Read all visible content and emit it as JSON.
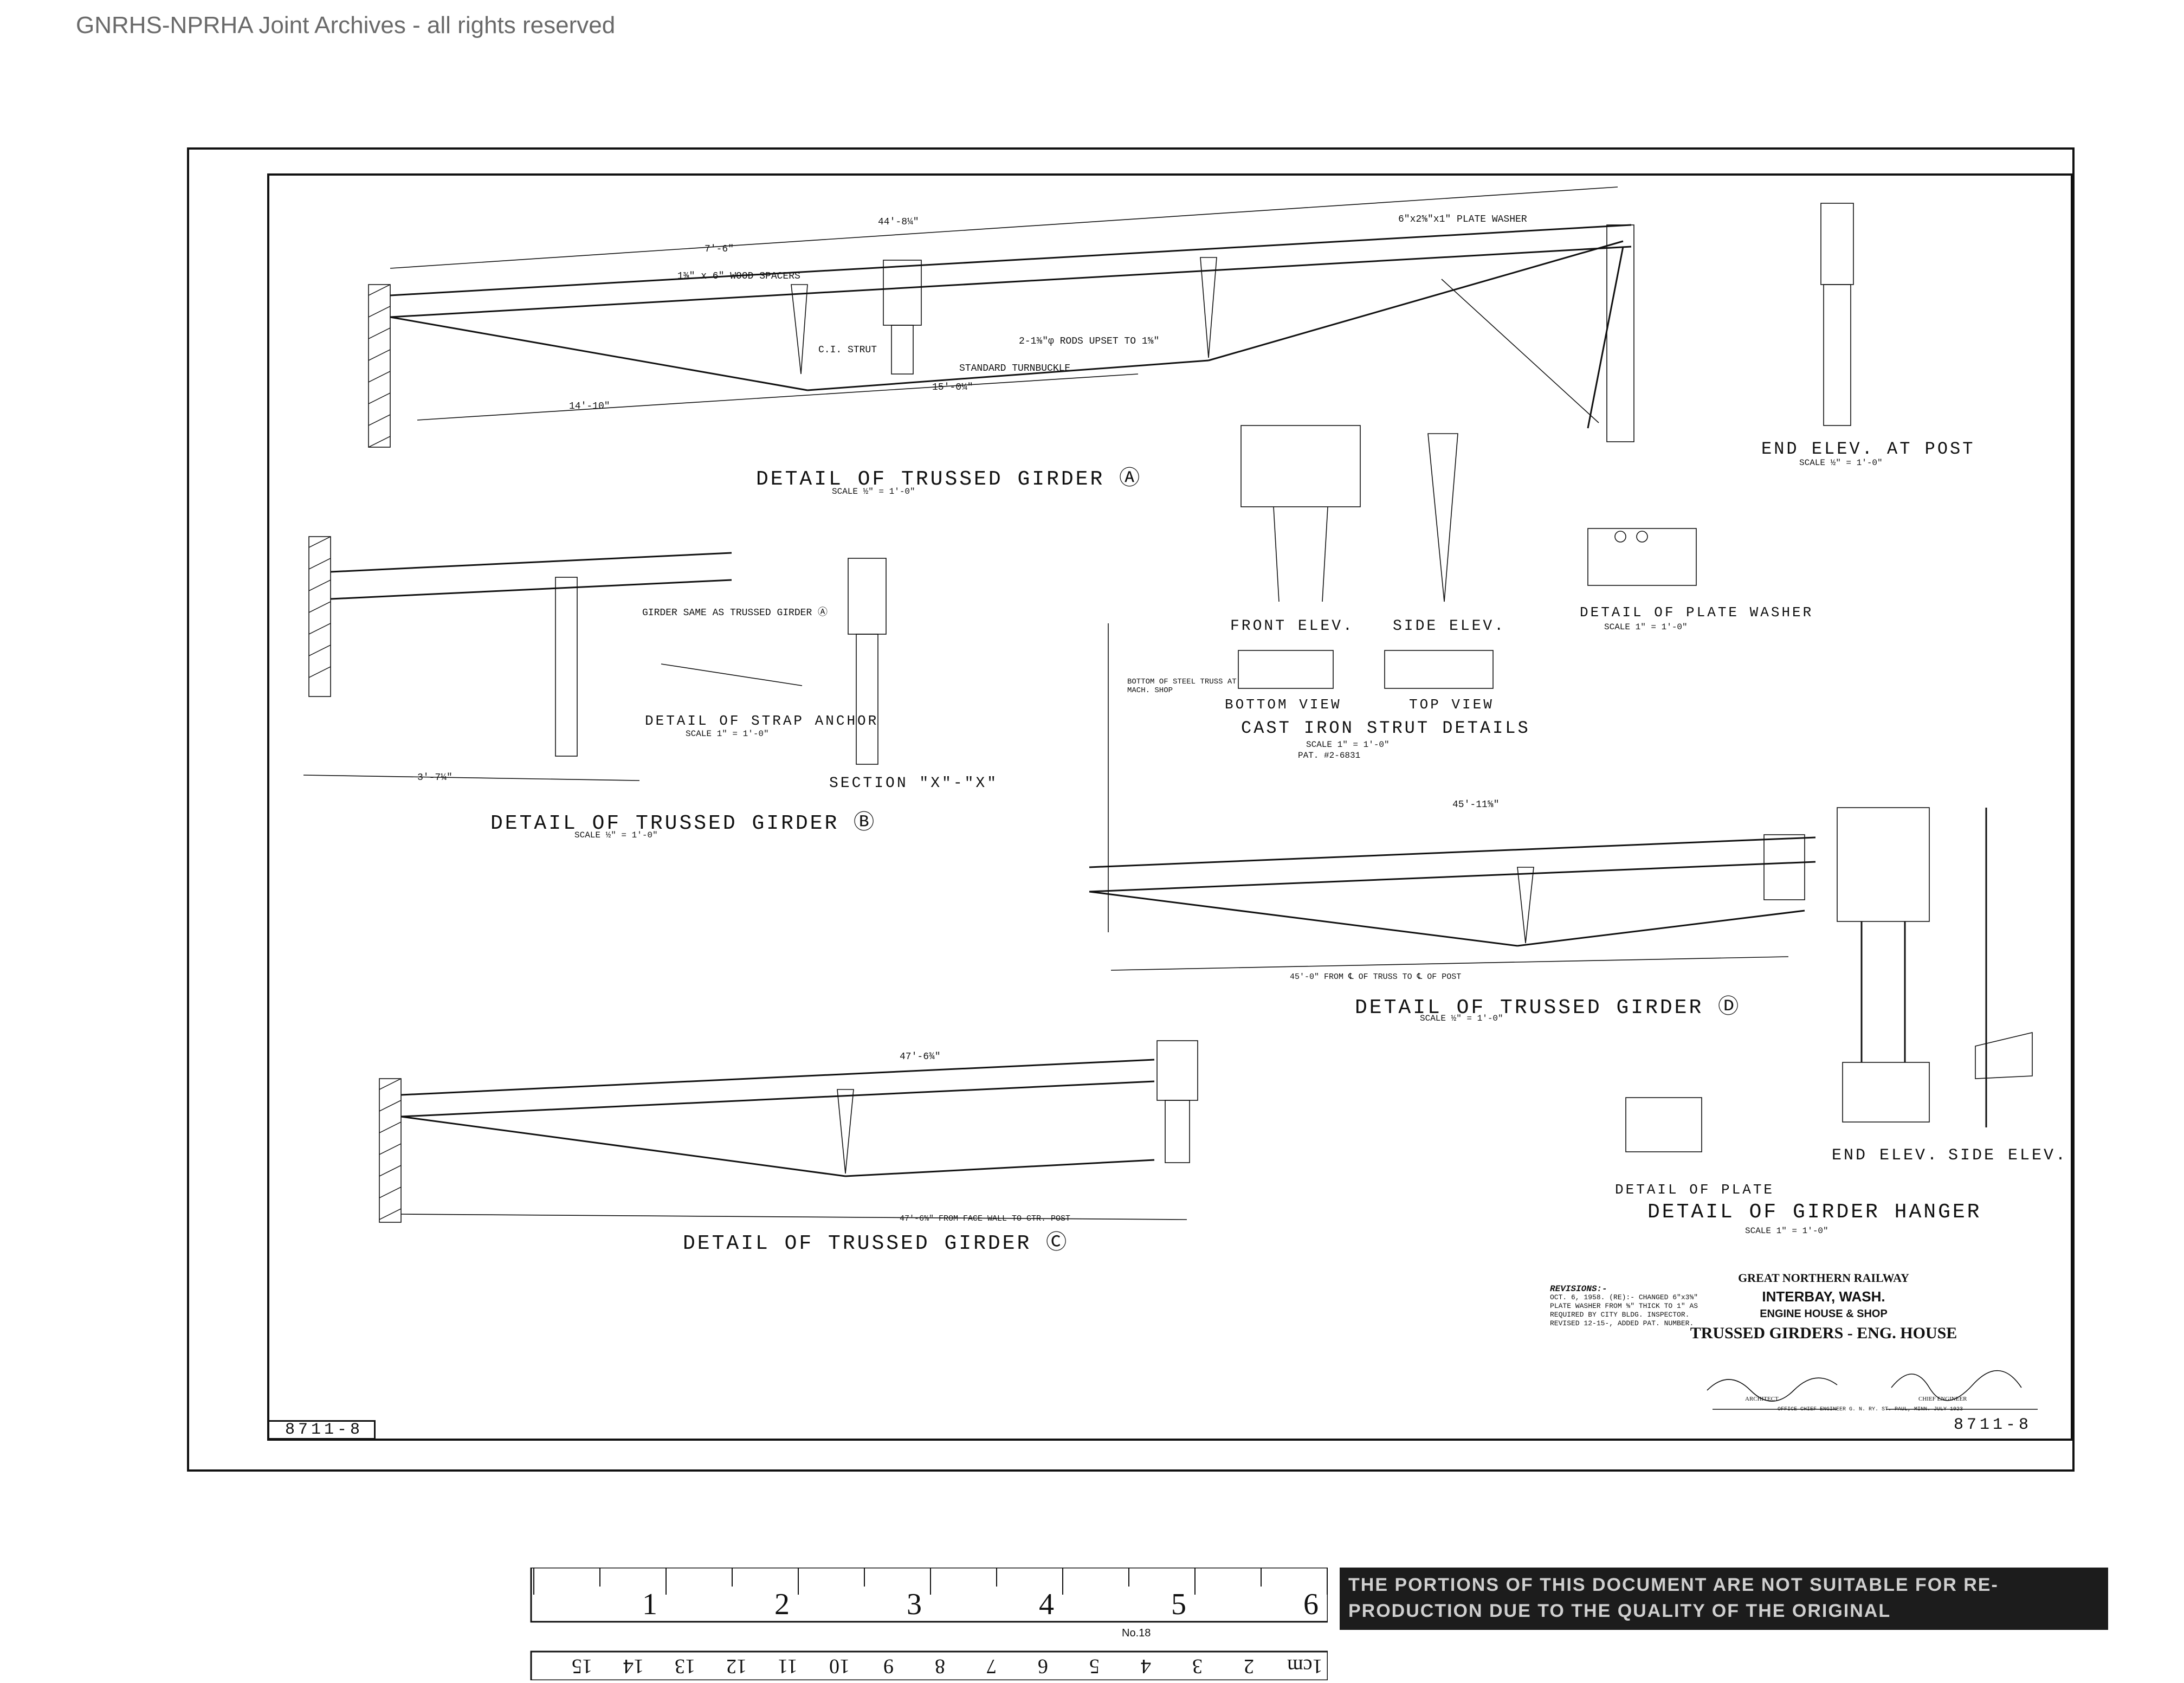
{
  "archive_note": "GNRHS-NPRHA Joint Archives - all rights reserved",
  "drawings": {
    "a": {
      "title": "DETAIL OF TRUSSED GIRDER Ⓐ",
      "scale": "SCALE ½\" = 1'-0\""
    },
    "b": {
      "title": "DETAIL OF TRUSSED GIRDER Ⓑ",
      "scale": "SCALE ½\" = 1'-0\""
    },
    "c": {
      "title": "DETAIL OF TRUSSED GIRDER Ⓒ"
    },
    "d": {
      "title": "DETAIL OF TRUSSED GIRDER Ⓓ",
      "scale": "SCALE ½\" = 1'-0\""
    },
    "end_post": {
      "title": "END ELEV. AT POST",
      "scale": "SCALE ½\" = 1'-0\""
    },
    "strut": {
      "title": "CAST IRON STRUT DETAILS",
      "scale": "SCALE 1\" = 1'-0\"",
      "pat": "PAT. #2-6831",
      "front": "FRONT ELEV.",
      "side": "SIDE ELEV.",
      "bottom": "BOTTOM VIEW",
      "top": "TOP VIEW"
    },
    "plate_washer": {
      "title": "DETAIL OF PLATE WASHER",
      "scale": "SCALE 1\" = 1'-0\""
    },
    "strap_anchor": {
      "title": "DETAIL OF STRAP ANCHOR",
      "scale": "SCALE 1\" = 1'-0\""
    },
    "section": {
      "title": "SECTION \"X\"-\"X\""
    },
    "hanger": {
      "title": "DETAIL OF GIRDER HANGER",
      "scale": "SCALE 1\" = 1'-0\"",
      "end": "END ELEV.",
      "side": "SIDE ELEV.",
      "plate": "DETAIL OF PLATE"
    }
  },
  "dimensions": {
    "a_top": "44'-8¼\"",
    "a_7_6": "7'-6\"",
    "a_14_10": "14'-10\"",
    "a_15": "15'-0¼\"",
    "d_top": "45'-11⅝\"",
    "d_bottom": "45'-0\" FROM ℄ OF TRUSS TO ℄ OF POST",
    "c_top": "47'-6¾\"",
    "c_bottom": "47'-6⅝\" FROM FACE WALL TO CTR. POST",
    "b_span": "3'-7¼\""
  },
  "notes": {
    "wood_spacers": "1⅜\" x 6\" WOOD SPACERS",
    "ci_strut": "C.I. STRUT",
    "rods": "2-1⅜\"φ RODS UPSET TO 1⅝\"",
    "turnbuckle": "STANDARD TURNBUCKLE",
    "plate_washer": "6\"x2⅝\"x1\" PLATE WASHER",
    "girder_same": "GIRDER SAME AS TRUSSED GIRDER Ⓐ",
    "bottom_steel": "BOTTOM OF STEEL TRUSS AT MACH. SHOP"
  },
  "revisions": {
    "heading": "REVISIONS:-",
    "lines": [
      "OCT. 6, 1958. (RE):- CHANGED 6\"x3⅝\"",
      "PLATE WASHER FROM ⅝\" THICK TO 1\" AS",
      "REQUIRED BY CITY BLDG. INSPECTOR.",
      "REVISED 12-15-, ADDED PAT. NUMBER."
    ]
  },
  "title_block": {
    "company": "GREAT NORTHERN RAILWAY",
    "location": "INTERBAY, WASH.",
    "project": "ENGINE HOUSE & SHOP",
    "drawing": "TRUSSED GIRDERS - ENG. HOUSE",
    "architect_role": "ARCHITECT",
    "engineer_role": "CHIEF ENGINEER",
    "office": "OFFICE CHIEF ENGINEER G. N. RY. ST. PAUL, MINN. JULY 1923"
  },
  "sheet_number": "8711-8",
  "ruler": {
    "inch_labels": [
      "1",
      "2",
      "3",
      "4",
      "5",
      "6"
    ],
    "cm_labels": [
      "1cm",
      "2",
      "3",
      "4",
      "5",
      "6",
      "7",
      "8",
      "9",
      "10",
      "11",
      "12",
      "13",
      "14",
      "15"
    ],
    "maker": "No.18"
  },
  "warning": "THE PORTIONS OF THIS DOCUMENT ARE NOT SUITABLE FOR RE-PRODUCTION DUE TO THE QUALITY OF THE ORIGINAL"
}
